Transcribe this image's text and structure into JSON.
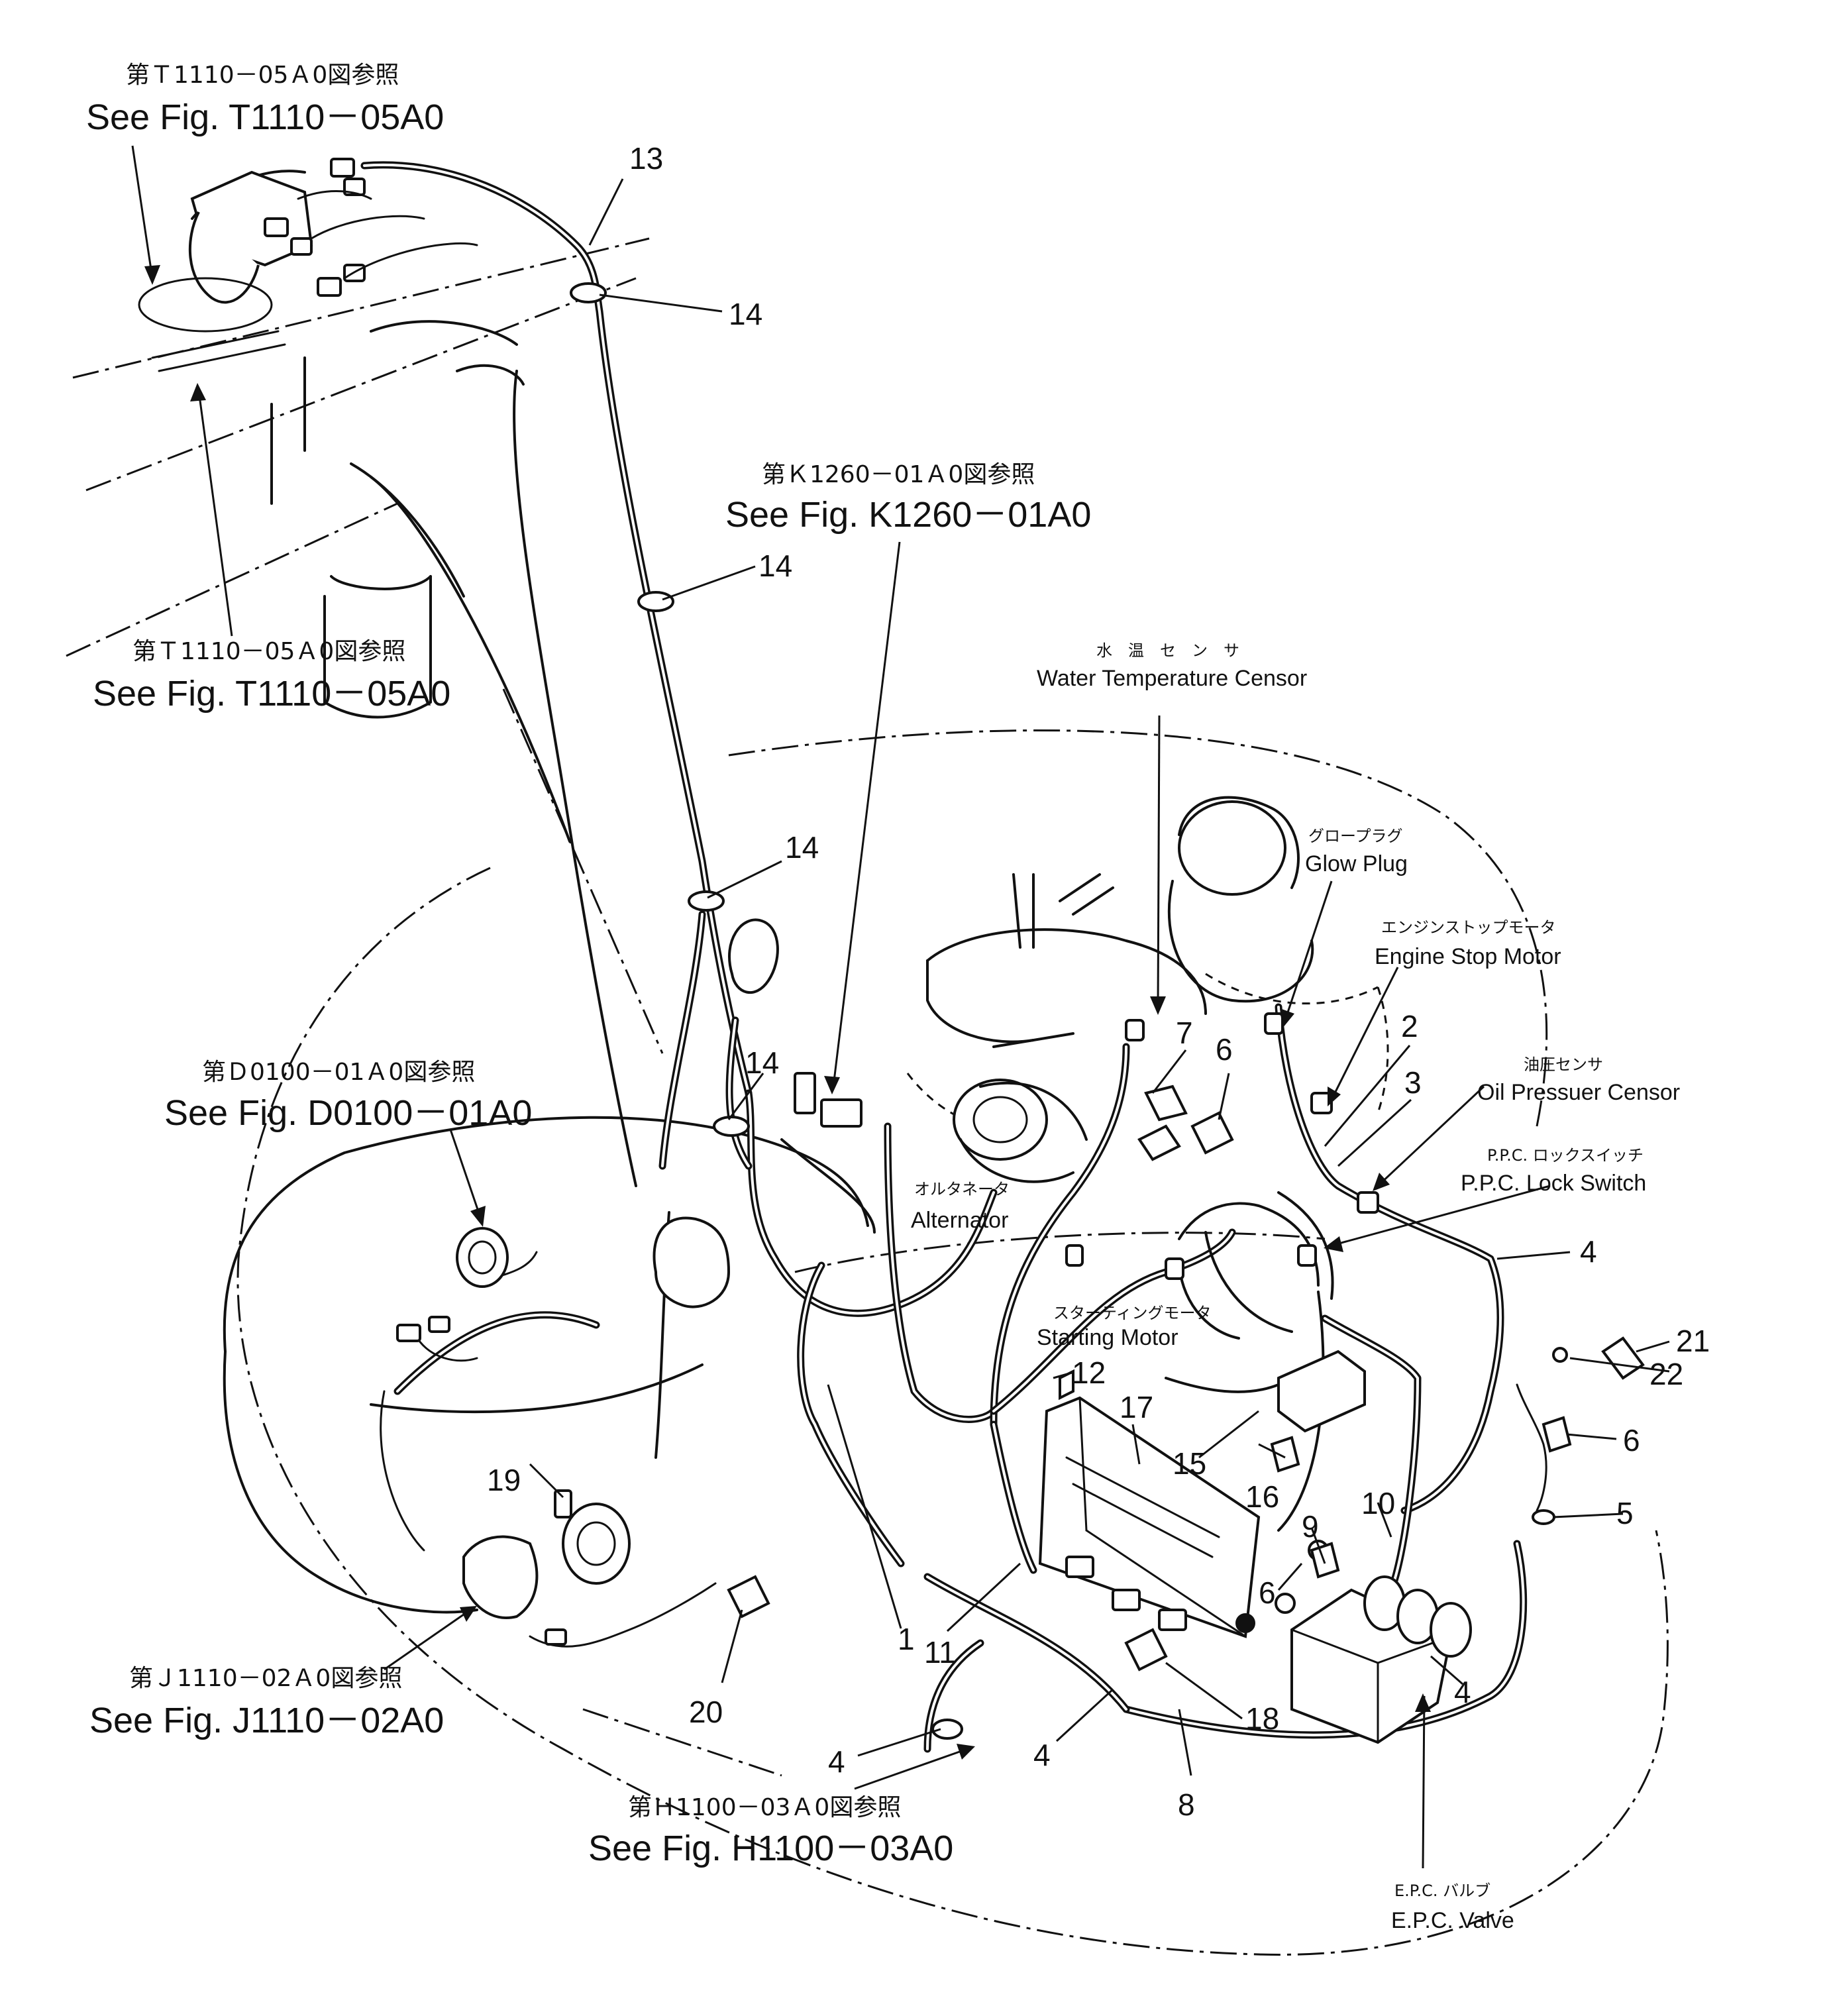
{
  "figure_refs": [
    {
      "id": "t1110_top",
      "jp": "第Ｔ1110－05Ａ0図参照",
      "en": "See Fig. T1110－05A0"
    },
    {
      "id": "t1110_mid",
      "jp": "第Ｔ1110－05Ａ0図参照",
      "en": "See Fig. T1110－05A0"
    },
    {
      "id": "k1260",
      "jp": "第Ｋ1260－01Ａ0図参照",
      "en": "See Fig. K1260－01A0"
    },
    {
      "id": "d0100",
      "jp": "第Ｄ0100－01Ａ0図参照",
      "en": "See Fig. D0100－01A0"
    },
    {
      "id": "j1110",
      "jp": "第Ｊ1110－02Ａ0図参照",
      "en": "See Fig. J1110－02A0"
    },
    {
      "id": "h1100",
      "jp": "第Ｈ1100－03Ａ0図参照",
      "en": "See Fig. H1100－03A0"
    }
  ],
  "components": {
    "water_temp": {
      "jp": "水　温　セ　ン　サ",
      "en": "Water Temperature Censor"
    },
    "glow_plug": {
      "jp": "グロープラグ",
      "en": "Glow Plug"
    },
    "engine_stop": {
      "jp": "エンジンストップモータ",
      "en": "Engine Stop Motor"
    },
    "oil_pressure": {
      "jp": "油圧センサ",
      "en": "Oil Pressuer Censor"
    },
    "ppc_lock": {
      "jp": "P.P.C. ロックスイッチ",
      "en": "P.P.C. Lock Switch"
    },
    "alternator": {
      "jp": "オルタネータ",
      "en": "Alternator"
    },
    "starting_motor": {
      "jp": "スターティングモータ",
      "en": "Starting Motor"
    },
    "epc_valve": {
      "jp": "E.P.C. バルブ",
      "en": "E.P.C. Valve"
    }
  },
  "callouts": {
    "n13": "13",
    "n14a": "14",
    "n14b": "14",
    "n14c": "14",
    "n14d": "14",
    "n7": "7",
    "n6a": "6",
    "n2": "2",
    "n3": "3",
    "n4a": "4",
    "n21": "21",
    "n22": "22",
    "n6b": "6",
    "n5": "5",
    "n12": "12",
    "n17": "17",
    "n15": "15",
    "n16": "16",
    "n10": "10",
    "n9": "9",
    "n6c": "6",
    "n19": "19",
    "n20": "20",
    "n1": "1",
    "n11": "11",
    "n18": "18",
    "n4b": "4",
    "n4c": "4",
    "n4d": "4",
    "n8": "8"
  }
}
